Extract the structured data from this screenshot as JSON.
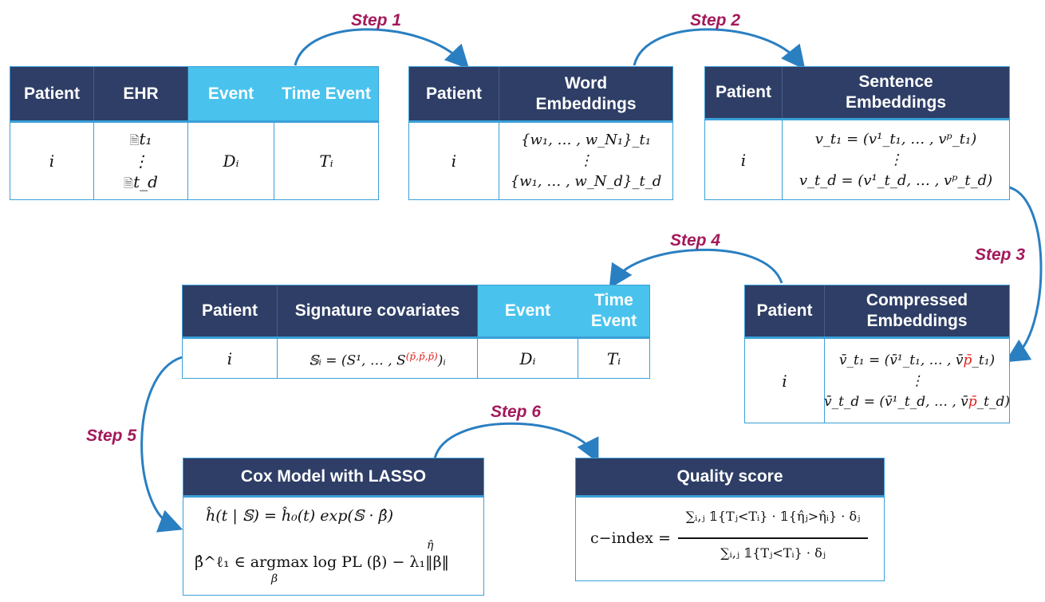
{
  "steps": [
    "Step 1",
    "Step 2",
    "Step 3",
    "Step 4",
    "Step 5",
    "Step 6"
  ],
  "table1": {
    "headers": [
      "Patient",
      "EHR",
      "Event",
      "Time Event"
    ],
    "patient": "i",
    "ehr_first": "t₁",
    "ehr_dots": "⋮",
    "ehr_last": "t_d",
    "event": "Dᵢ",
    "time": "Tᵢ"
  },
  "table2": {
    "headers": [
      "Patient",
      "Word Embeddings"
    ],
    "patient": "i",
    "line1": "{w₁, … , w_N₁}_t₁",
    "dots": "⋮",
    "line2": "{w₁, … , w_N_d}_t_d"
  },
  "table3": {
    "headers": [
      "Patient",
      "Sentence Embeddings"
    ],
    "patient": "i",
    "line1": "v_t₁ = (v¹_t₁, … , vᵖ_t₁)",
    "dots": "⋮",
    "line2": "v_t_d = (v¹_t_d, … , vᵖ_t_d)"
  },
  "table4": {
    "headers": [
      "Patient",
      "Compressed Embeddings"
    ],
    "patient": "i",
    "line1_a": "v̄_t₁ = (v̄¹_t₁, … , v̄",
    "line1_red": "p̄",
    "line1_b": "_t₁)",
    "dots": "⋮",
    "line2_a": "v̄_t_d = (v̄¹_t_d, … , v̄",
    "line2_red": "p̄",
    "line2_b": "_t_d)"
  },
  "table5": {
    "headers": [
      "Patient",
      "Signature covariates",
      "Event",
      "Time Event"
    ],
    "patient": "i",
    "sig_a": "𝕊ᵢ = (S¹, … , S",
    "sig_red": "(p̄,p̄,p̄)",
    "sig_b": ")ᵢ",
    "event": "Dᵢ",
    "time": "Tᵢ"
  },
  "cox": {
    "title": "Cox Model with LASSO",
    "eq1": "ĥ(t | 𝕊) = ĥ₀(t) exp(𝕊 · β̂)",
    "eta": "η̂",
    "eq2": "β̂^ℓ₁ ∈ argmax log PL (β) − λ₁‖β‖",
    "eq2_sub": "β"
  },
  "quality": {
    "title": "Quality score",
    "lhs": "c−index =",
    "numerator": "∑ᵢ,ⱼ 𝟙{Tⱼ<Tᵢ} · 𝟙{η̂ⱼ>η̂ᵢ} · δⱼ",
    "denominator": "∑ᵢ,ⱼ 𝟙{Tⱼ<Tᵢ} · δⱼ"
  },
  "colors": {
    "header_dark": "#2e3e66",
    "header_light": "#49c3ee",
    "border": "#3aa0d8",
    "step_text": "#a3195b",
    "arrow": "#2a7fc1",
    "highlight_red": "#e0201c"
  }
}
